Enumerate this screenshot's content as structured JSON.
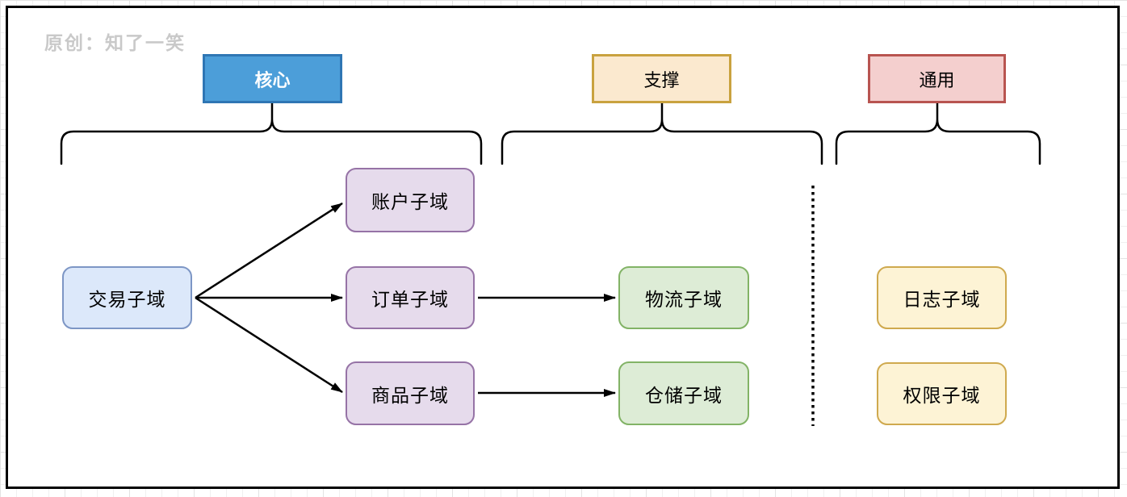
{
  "watermark": "原创：知了一笑",
  "diagram": {
    "groups": [
      {
        "id": "core",
        "label": "核心",
        "fill": "#4c9ed9",
        "border": "#2f76b4",
        "text_color": "#ffffff"
      },
      {
        "id": "support",
        "label": "支撑",
        "fill": "#fbe9cf",
        "border": "#c9a23f",
        "text_color": "#000000"
      },
      {
        "id": "generic",
        "label": "通用",
        "fill": "#f4cfce",
        "border": "#b85450",
        "text_color": "#000000"
      }
    ],
    "nodes": {
      "transaction": {
        "label": "交易子域",
        "group": "core",
        "fill": "#dce8fa",
        "border": "#7d96c5"
      },
      "account": {
        "label": "账户子域",
        "group": "core",
        "fill": "#e6dbec",
        "border": "#9673a6"
      },
      "order": {
        "label": "订单子域",
        "group": "core",
        "fill": "#e6dbec",
        "border": "#9673a6"
      },
      "product": {
        "label": "商品子域",
        "group": "core",
        "fill": "#e6dbec",
        "border": "#9673a6"
      },
      "logistics": {
        "label": "物流子域",
        "group": "support",
        "fill": "#ddecd6",
        "border": "#82b366"
      },
      "warehouse": {
        "label": "仓储子域",
        "group": "support",
        "fill": "#ddecd6",
        "border": "#82b366"
      },
      "log": {
        "label": "日志子域",
        "group": "generic",
        "fill": "#fdf3d5",
        "border": "#cfa94e"
      },
      "permission": {
        "label": "权限子域",
        "group": "generic",
        "fill": "#fdf3d5",
        "border": "#cfa94e"
      }
    },
    "edges": [
      {
        "from": "交易子域",
        "to": "账户子域"
      },
      {
        "from": "交易子域",
        "to": "订单子域"
      },
      {
        "from": "交易子域",
        "to": "商品子域"
      },
      {
        "from": "订单子域",
        "to": "物流子域"
      },
      {
        "from": "商品子域",
        "to": "仓储子域"
      }
    ],
    "divider": {
      "style": "dotted-vertical",
      "between": [
        "支撑",
        "通用"
      ]
    },
    "line_color": "#000000"
  }
}
